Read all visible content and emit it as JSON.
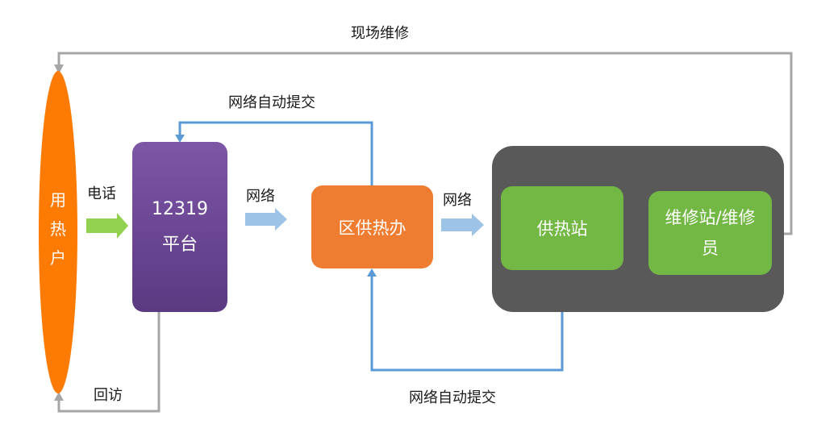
{
  "nodes": {
    "user": {
      "chars": [
        "用",
        "热",
        "户"
      ]
    },
    "platform": {
      "line1": "12319",
      "line2": "平台"
    },
    "district_office": {
      "label": "区供热办"
    },
    "heating_station": {
      "label": "供热站"
    },
    "repair_station": {
      "label": "维修站/维修员"
    }
  },
  "edge_labels": {
    "onsite_repair": "现场维修",
    "auto_submit_top": "网络自动提交",
    "phone": "电话",
    "network_1": "网络",
    "network_2": "网络",
    "callback": "回访",
    "auto_submit_bottom": "网络自动提交"
  },
  "colors": {
    "user": "#fd7b03",
    "platform": "#6a4693",
    "district_office": "#ee7d31",
    "group_container": "#595959",
    "station": "#73b845",
    "gray_line": "#a6a6a6",
    "blue_line": "#5b9bd5",
    "green_arrow": "#92d050",
    "blue_arrow": "#9dc3e6"
  }
}
